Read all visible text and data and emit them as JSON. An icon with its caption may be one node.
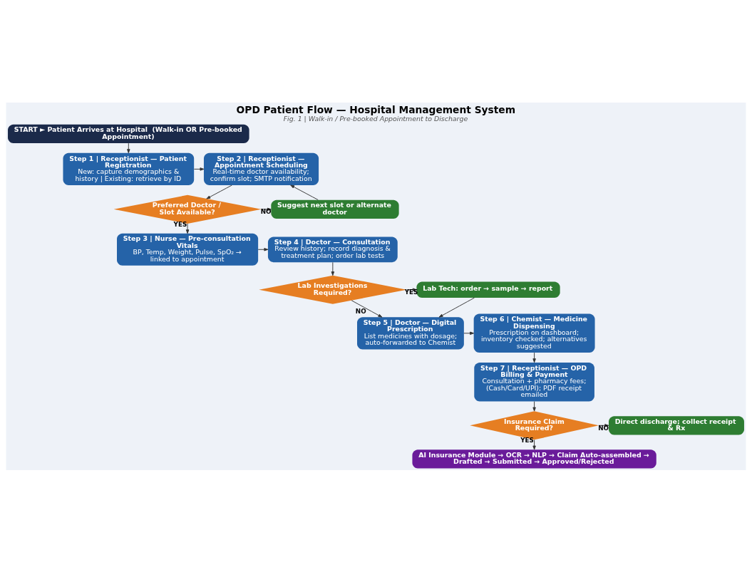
{
  "diagram": {
    "title": "OPD Patient Flow — Hospital Management System",
    "caption": "Fig. 1 | Walk-in / Pre-booked Appointment to Discharge",
    "nodes": [
      {
        "text": [
          "START ► Patient Arrives at Hospital  (Walk-in OR Pre-booked Appointment)"
        ]
      },
      {
        "text": [
          "Step 1 | Receptionist — Patient Registration",
          "New: capture demographics & history | Existing: retrieve by ID"
        ]
      },
      {
        "text": [
          "Step 2 | Receptionist — Appointment Scheduling",
          "Real-time doctor availability; confirm slot; SMTP notification"
        ]
      },
      {
        "text": [
          "Preferred Doctor / Slot Available?"
        ]
      },
      {
        "text": [
          "Suggest next slot or alternate doctor"
        ]
      },
      {
        "text": [
          "Step 3 | Nurse — Pre-consultation Vitals",
          "BP, Temp, Weight, Pulse, SpO₂ → linked to appointment"
        ]
      },
      {
        "text": [
          "Step 4 | Doctor — Consultation",
          "Review history; record diagnosis & treatment plan; order lab tests"
        ]
      },
      {
        "text": [
          "Lab Investigations Required?"
        ]
      },
      {
        "text": [
          "Lab Tech: order → sample → report"
        ]
      },
      {
        "text": [
          "Step 5 | Doctor — Digital Prescription",
          "List medicines with dosage; auto-forwarded to Chemist"
        ]
      },
      {
        "text": [
          "Step 6 | Chemist — Medicine Dispensing",
          "Prescription on dashboard; inventory checked; alternatives suggested"
        ]
      },
      {
        "text": [
          "Step 7 | Receptionist — OPD Billing & Payment",
          "Consultation + pharmacy fees; (Cash/Card/UPI); PDF receipt emailed"
        ]
      },
      {
        "text": [
          "Insurance Claim Required?"
        ]
      },
      {
        "text": [
          "Direct discharge; collect receipt & Rx"
        ]
      },
      {
        "text": [
          "AI Insurance Module → OCR → NLP → Claim Auto-assembled → Drafted → Submitted → Approved/Rejected"
        ]
      }
    ],
    "edges": [
      {
        "from": 0,
        "to": 1,
        "arrow": "to"
      },
      {
        "from": 1,
        "to": 2,
        "arrow": "to"
      },
      {
        "from": 2,
        "to": 3,
        "arrow": "to"
      },
      {
        "from": 3,
        "to": 4,
        "arrow": "to",
        "label": "NO"
      },
      {
        "from": 4,
        "to": 2,
        "arrow": "to"
      },
      {
        "from": 3,
        "to": 5,
        "arrow": "to",
        "label": "YES"
      },
      {
        "from": 5,
        "to": 6,
        "arrow": "to"
      },
      {
        "from": 6,
        "to": 7,
        "arrow": "to"
      },
      {
        "from": 7,
        "to": 8,
        "arrow": "to",
        "label": "YES"
      },
      {
        "from": 8,
        "to": 9,
        "arrow": "to"
      },
      {
        "from": 7,
        "to": 9,
        "arrow": "to",
        "label": "NO"
      },
      {
        "from": 9,
        "to": 10,
        "arrow": "to"
      },
      {
        "from": 10,
        "to": 11,
        "arrow": "to"
      },
      {
        "from": 11,
        "to": 12,
        "arrow": "to"
      },
      {
        "from": 12,
        "to": 13,
        "arrow": "to",
        "label": "NO"
      },
      {
        "from": 12,
        "to": 14,
        "arrow": "to",
        "label": "YES"
      }
    ]
  }
}
